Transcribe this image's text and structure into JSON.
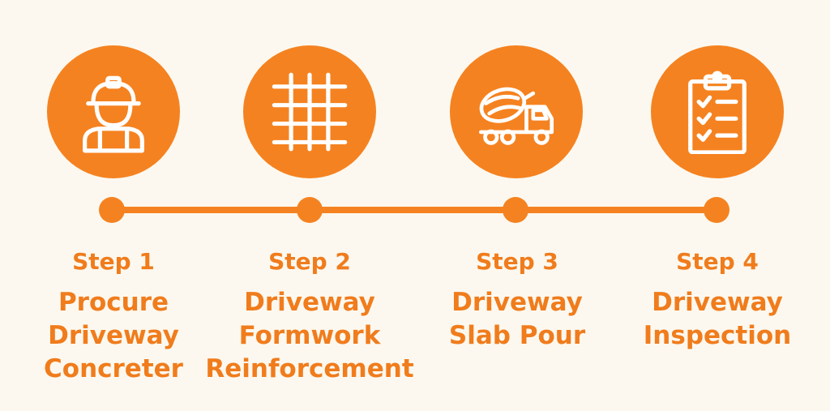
{
  "colors": {
    "accent": "#f58220",
    "text": "#f07c1c",
    "background": "#fcf8ef"
  },
  "steps": [
    {
      "label": "Step 1",
      "title": "Procure\nDriveway\nConcreter",
      "icon": "construction-worker-icon"
    },
    {
      "label": "Step 2",
      "title": "Driveway\nFormwork\nReinforcement",
      "icon": "rebar-grid-icon"
    },
    {
      "label": "Step 3",
      "title": "Driveway\nSlab Pour",
      "icon": "concrete-mixer-truck-icon"
    },
    {
      "label": "Step 4",
      "title": "Driveway\nInspection",
      "icon": "clipboard-checklist-icon"
    }
  ]
}
